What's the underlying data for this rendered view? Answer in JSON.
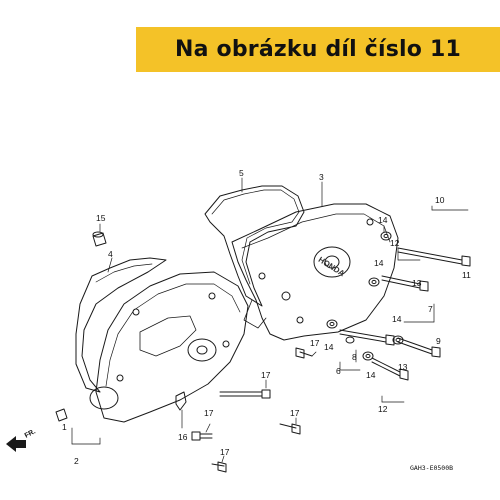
{
  "banner": {
    "title": "Na obrázku díl číslo 11"
  },
  "diagram": {
    "callouts": [
      "1",
      "2",
      "3",
      "4",
      "5",
      "6",
      "7",
      "8",
      "9",
      "10",
      "11",
      "12",
      "13",
      "14",
      "15",
      "16",
      "17"
    ],
    "brand_mark": "HONDA",
    "direction_label": "FR.",
    "drawing_code": "GAH3-E0500B"
  }
}
